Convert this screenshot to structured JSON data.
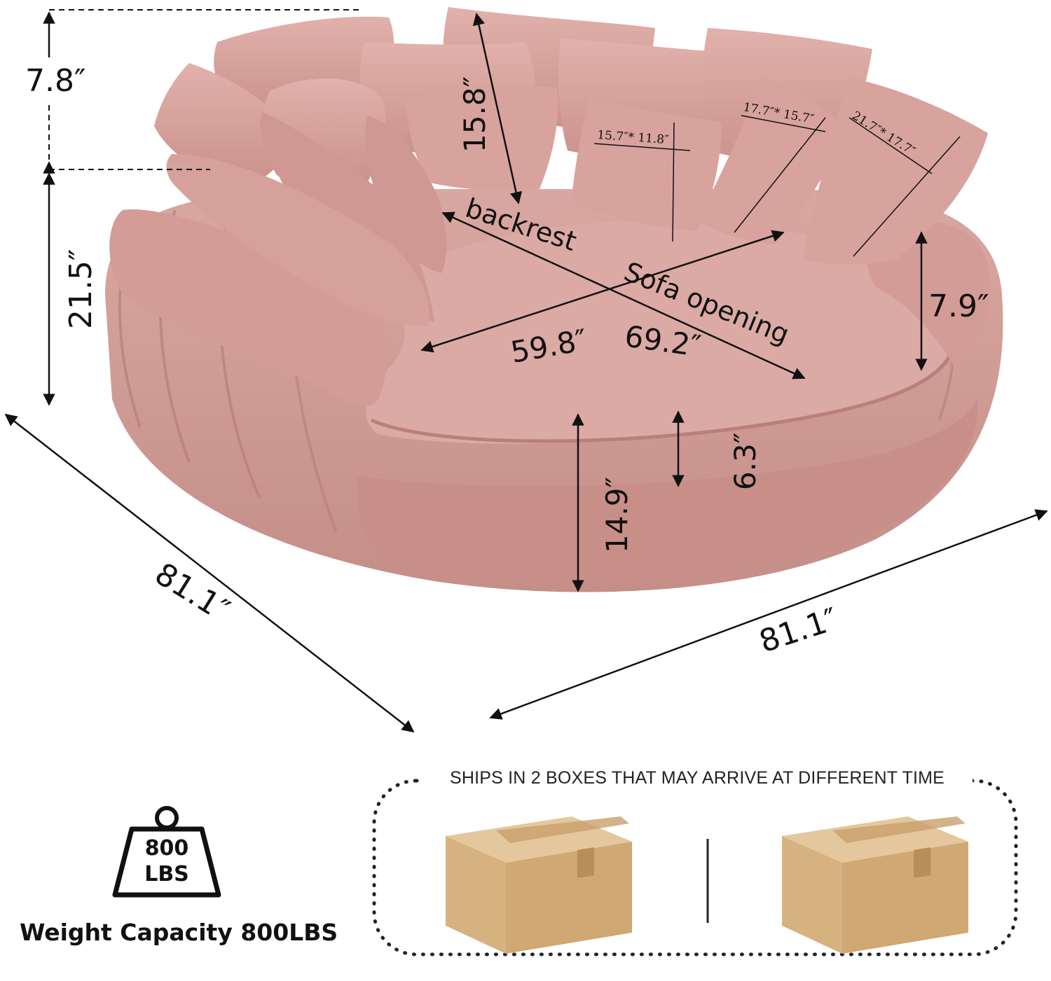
{
  "dimensions": {
    "top_pillow_height": "7.8″",
    "overall_height": "21.5″",
    "back_pillow_height": "15.8″",
    "pillow_small": "15.7″* 11.8″",
    "pillow_medium": "17.7″* 15.7″",
    "pillow_large": "21.7″* 17.7″",
    "backrest_label": "backrest",
    "seat_depth": "59.8″",
    "sofa_opening_label": "Sofa opening",
    "sofa_opening": "69.2″",
    "arm_height": "7.9″",
    "cushion_thickness": "6.3″",
    "seat_height": "14.9″",
    "width_left": "81.1″",
    "width_right": "81.1″"
  },
  "weight": {
    "number": "800",
    "unit": "LBS",
    "label": "Weight Capacity 800LBS"
  },
  "shipping": {
    "note": "SHIPS IN 2 BOXES THAT MAY ARRIVE AT DIFFERENT TIME"
  },
  "colors": {
    "sofa": "#d6a29c",
    "sofa_shadow": "#b9817b",
    "box": "#d9b98a"
  },
  "icons": [
    "weight-icon",
    "box-icon",
    "box-icon"
  ]
}
